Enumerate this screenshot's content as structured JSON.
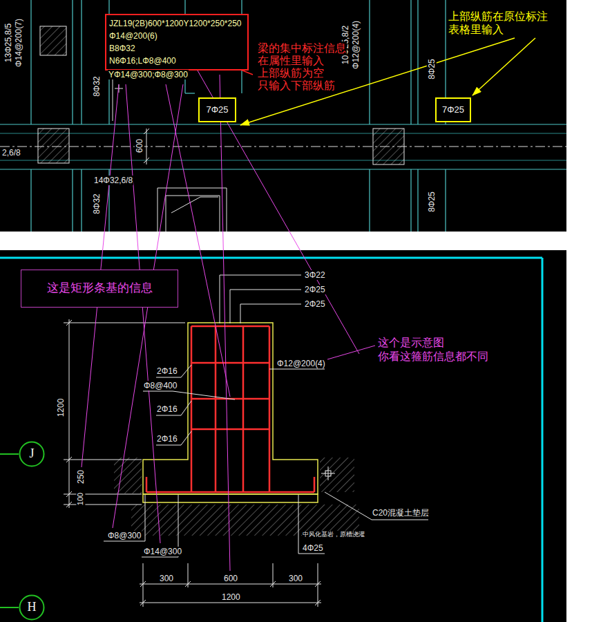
{
  "diagram": {
    "nodes": [
      {
        "text": [
          "JZL19(2B)600*1200Y1200*250*250",
          "Φ14@200(6)",
          "B8Φ32",
          "N6Φ16;LΦ8@400"
        ]
      },
      {
        "text": [
          "7Φ25"
        ]
      },
      {
        "text": [
          "7Φ25"
        ]
      },
      {
        "text": [
          "这是矩形条基的信息"
        ]
      },
      {
        "text": [
          "J"
        ]
      },
      {
        "text": [
          "H"
        ]
      }
    ],
    "labels": [
      "13Φ25,8/5",
      "Φ14@200(7)",
      "8Φ32",
      "10Φ25,8/2",
      "Φ12@200(4)",
      "8Φ25",
      "600",
      "2,6/8",
      "14Φ32,6/8",
      "8Φ32",
      "8Φ25",
      "YΦ14@300;Φ8@300",
      "梁的集中标注信息",
      "在属性里输入",
      "上部纵筋为空",
      "只输入下部纵筋",
      "上部纵筋在原位标注",
      "表格里输入",
      "3Φ22",
      "2Φ25",
      "2Φ25",
      "2Φ16",
      "Φ8@400",
      "2Φ16",
      "Φ12@200(4)",
      "2Φ16",
      "1200",
      "250",
      "100",
      "C20混凝土垫层",
      "中风化基岩，原槽浇灌",
      "4Φ25",
      "Φ8@300",
      "Φ14@300",
      "300",
      "600",
      "300",
      "1200",
      "这个是示意图",
      "你看这箍筋信息都不同"
    ]
  }
}
